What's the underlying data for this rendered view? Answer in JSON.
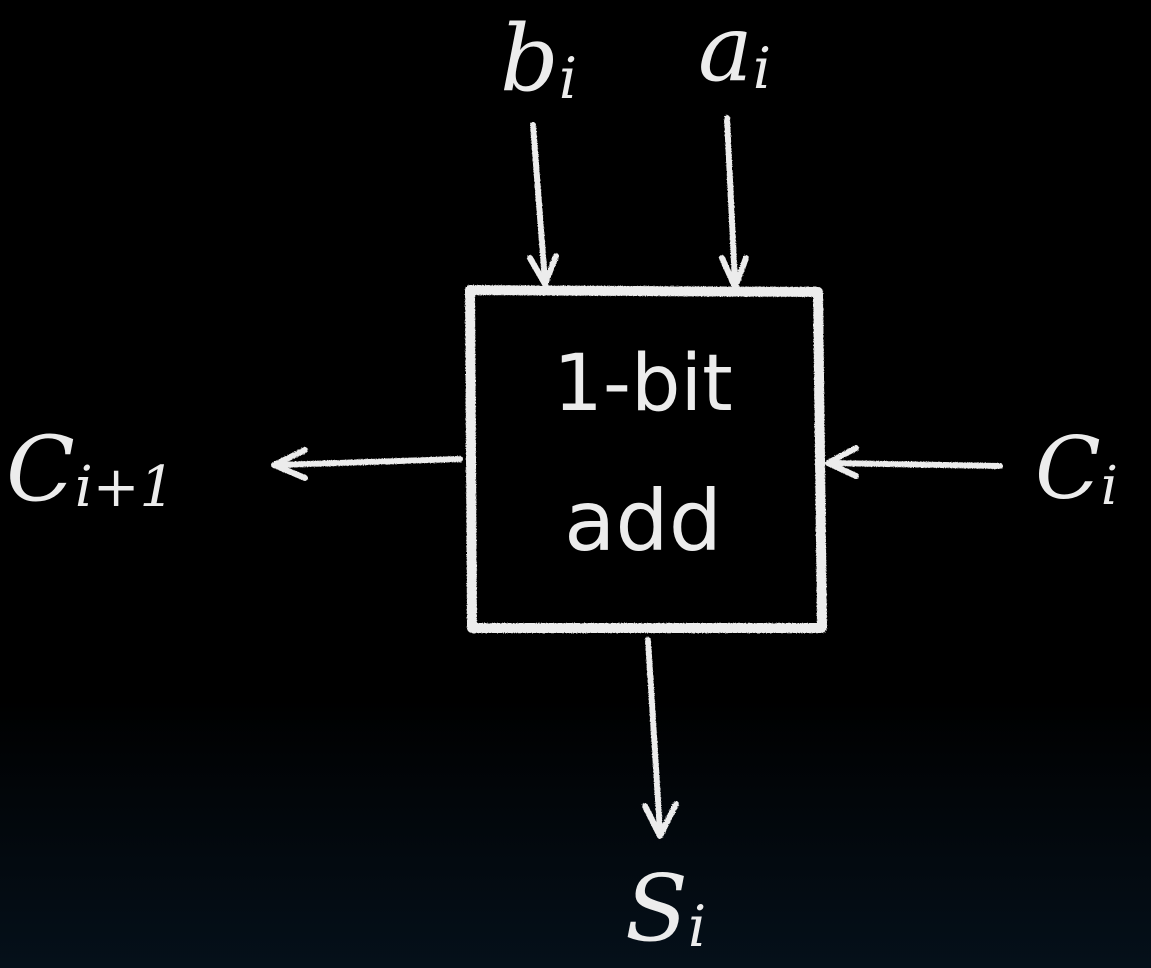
{
  "diagram": {
    "block": {
      "line1": "1-bit",
      "line2": "add"
    },
    "inputs": {
      "b": {
        "base": "b",
        "sub": "i"
      },
      "a": {
        "base": "a",
        "sub": "i"
      },
      "c_in": {
        "base": "C",
        "sub": "i"
      }
    },
    "outputs": {
      "c_out": {
        "base": "C",
        "sub": "i+1"
      },
      "s": {
        "base": "S",
        "sub": "i"
      }
    },
    "colors": {
      "background": "#000000",
      "chalk": "#ececec"
    }
  }
}
